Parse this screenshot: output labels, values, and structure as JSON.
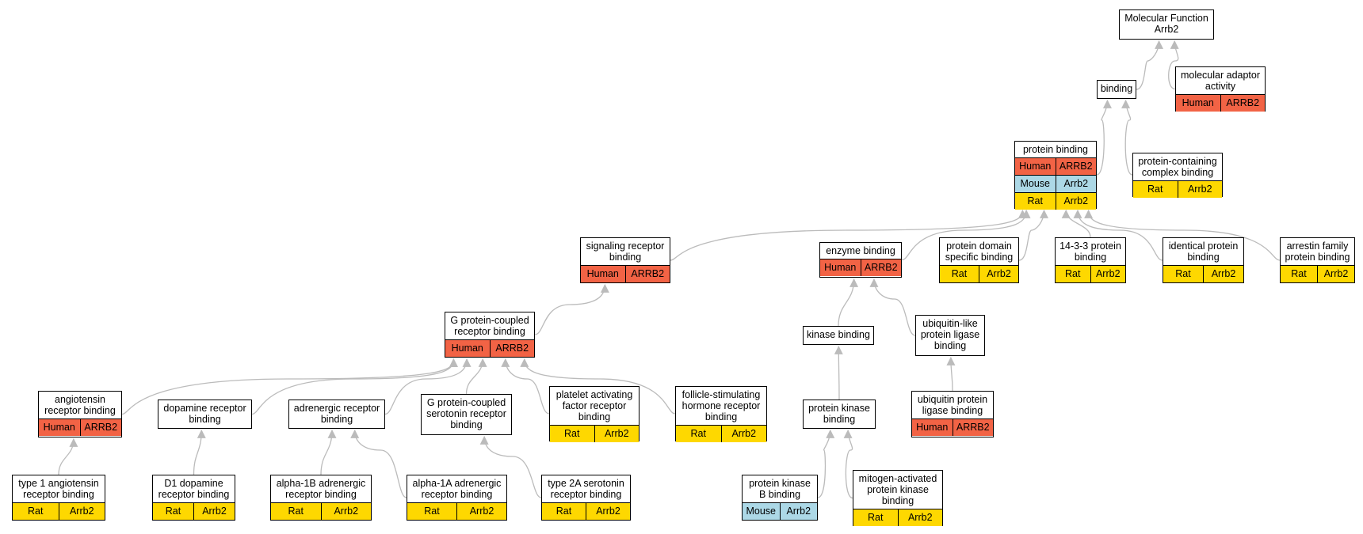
{
  "colors": {
    "Human": "#f26345",
    "Mouse": "#acd8e6",
    "Rat": "#fed800",
    "edge": "#bbbbbb"
  },
  "nodes": [
    {
      "id": "mf",
      "title": "Molecular Function\nArrb2",
      "tags": []
    },
    {
      "id": "binding",
      "title": "binding",
      "tags": []
    },
    {
      "id": "adaptor",
      "title": "molecular adaptor\nactivity",
      "tags": [
        [
          "Human",
          "ARRB2"
        ]
      ]
    },
    {
      "id": "protein",
      "title": "protein binding",
      "tags": [
        [
          "Human",
          "ARRB2"
        ],
        [
          "Mouse",
          "Arrb2"
        ],
        [
          "Rat",
          "Arrb2"
        ]
      ]
    },
    {
      "id": "complex",
      "title": "protein-containing\ncomplex binding",
      "tags": [
        [
          "Rat",
          "Arrb2"
        ]
      ]
    },
    {
      "id": "signaling",
      "title": "signaling receptor\nbinding",
      "tags": [
        [
          "Human",
          "ARRB2"
        ]
      ]
    },
    {
      "id": "enzyme",
      "title": "enzyme binding",
      "tags": [
        [
          "Human",
          "ARRB2"
        ]
      ]
    },
    {
      "id": "domain",
      "title": "protein domain\nspecific binding",
      "tags": [
        [
          "Rat",
          "Arrb2"
        ]
      ]
    },
    {
      "id": "p1433",
      "title": "14-3-3 protein\nbinding",
      "tags": [
        [
          "Rat",
          "Arrb2"
        ]
      ]
    },
    {
      "id": "identical",
      "title": "identical protein\nbinding",
      "tags": [
        [
          "Rat",
          "Arrb2"
        ]
      ]
    },
    {
      "id": "arrestin",
      "title": "arrestin family\nprotein binding",
      "tags": [
        [
          "Rat",
          "Arrb2"
        ]
      ]
    },
    {
      "id": "gpcr",
      "title": "G protein-coupled\nreceptor binding",
      "tags": [
        [
          "Human",
          "ARRB2"
        ]
      ]
    },
    {
      "id": "kinase",
      "title": "kinase binding",
      "tags": []
    },
    {
      "id": "ubiqlike",
      "title": "ubiquitin-like\nprotein ligase\nbinding",
      "tags": []
    },
    {
      "id": "angio",
      "title": "angiotensin\nreceptor binding",
      "tags": [
        [
          "Human",
          "ARRB2"
        ]
      ]
    },
    {
      "id": "dopamine",
      "title": "dopamine receptor\nbinding",
      "tags": []
    },
    {
      "id": "adrenergic",
      "title": "adrenergic receptor\nbinding",
      "tags": []
    },
    {
      "id": "serotonin",
      "title": "G protein-coupled\nserotonin receptor\nbinding",
      "tags": []
    },
    {
      "id": "platelet",
      "title": "platelet activating\nfactor receptor\nbinding",
      "tags": [
        [
          "Rat",
          "Arrb2"
        ]
      ]
    },
    {
      "id": "fsh",
      "title": "follicle-stimulating\nhormone receptor\nbinding",
      "tags": [
        [
          "Rat",
          "Arrb2"
        ]
      ]
    },
    {
      "id": "pkinase",
      "title": "protein kinase\nbinding",
      "tags": []
    },
    {
      "id": "ubiq",
      "title": "ubiquitin protein\nligase binding",
      "tags": [
        [
          "Human",
          "ARRB2"
        ]
      ]
    },
    {
      "id": "angio1",
      "title": "type 1 angiotensin\nreceptor binding",
      "tags": [
        [
          "Rat",
          "Arrb2"
        ]
      ]
    },
    {
      "id": "d1",
      "title": "D1 dopamine\nreceptor binding",
      "tags": [
        [
          "Rat",
          "Arrb2"
        ]
      ]
    },
    {
      "id": "a1b",
      "title": "alpha-1B adrenergic\nreceptor binding",
      "tags": [
        [
          "Rat",
          "Arrb2"
        ]
      ]
    },
    {
      "id": "a1a",
      "title": "alpha-1A adrenergic\nreceptor binding",
      "tags": [
        [
          "Rat",
          "Arrb2"
        ]
      ]
    },
    {
      "id": "ht2a",
      "title": "type 2A serotonin\nreceptor binding",
      "tags": [
        [
          "Rat",
          "Arrb2"
        ]
      ]
    },
    {
      "id": "pkb",
      "title": "protein kinase\nB binding",
      "tags": [
        [
          "Mouse",
          "Arrb2"
        ]
      ]
    },
    {
      "id": "mapk",
      "title": "mitogen-activated\nprotein kinase\nbinding",
      "tags": [
        [
          "Rat",
          "Arrb2"
        ]
      ]
    }
  ],
  "edges": [
    [
      "binding",
      "mf"
    ],
    [
      "adaptor",
      "mf"
    ],
    [
      "protein",
      "binding"
    ],
    [
      "complex",
      "binding"
    ],
    [
      "signaling",
      "protein"
    ],
    [
      "enzyme",
      "protein"
    ],
    [
      "domain",
      "protein"
    ],
    [
      "p1433",
      "protein"
    ],
    [
      "identical",
      "protein"
    ],
    [
      "arrestin",
      "protein"
    ],
    [
      "gpcr",
      "signaling"
    ],
    [
      "kinase",
      "enzyme"
    ],
    [
      "ubiqlike",
      "enzyme"
    ],
    [
      "angio",
      "gpcr"
    ],
    [
      "dopamine",
      "gpcr"
    ],
    [
      "adrenergic",
      "gpcr"
    ],
    [
      "serotonin",
      "gpcr"
    ],
    [
      "platelet",
      "gpcr"
    ],
    [
      "fsh",
      "gpcr"
    ],
    [
      "pkinase",
      "kinase"
    ],
    [
      "ubiq",
      "ubiqlike"
    ],
    [
      "angio1",
      "angio"
    ],
    [
      "d1",
      "dopamine"
    ],
    [
      "a1b",
      "adrenergic"
    ],
    [
      "a1a",
      "adrenergic"
    ],
    [
      "ht2a",
      "serotonin"
    ],
    [
      "pkb",
      "pkinase"
    ],
    [
      "mapk",
      "pkinase"
    ]
  ]
}
